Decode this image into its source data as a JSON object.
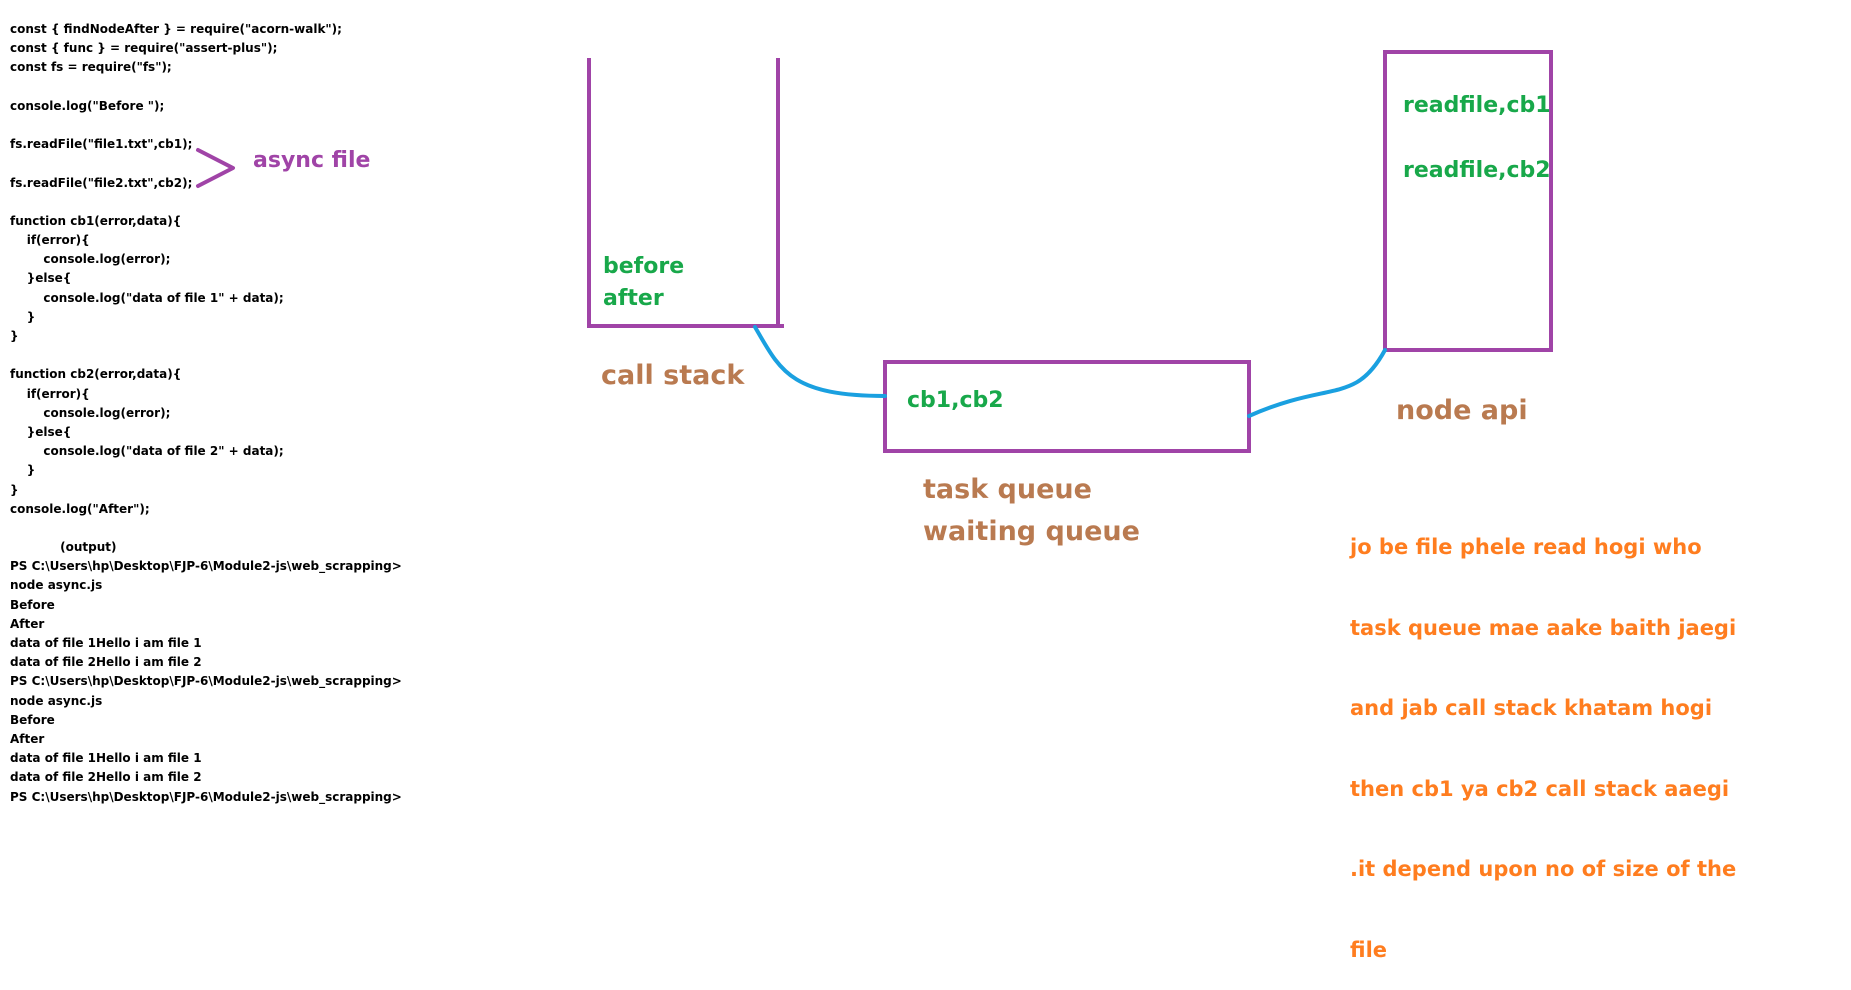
{
  "code_lines": [
    "const { findNodeAfter } = require(\"acorn-walk\");",
    "const { func } = require(\"assert-plus\");",
    "const fs = require(\"fs\");",
    "",
    "console.log(\"Before \");",
    "",
    "fs.readFile(\"file1.txt\",cb1);",
    "",
    "fs.readFile(\"file2.txt\",cb2);",
    "",
    "function cb1(error,data){",
    "    if(error){",
    "        console.log(error);",
    "    }else{",
    "        console.log(\"data of file 1\" + data);",
    "    }",
    "}",
    "",
    "function cb2(error,data){",
    "    if(error){",
    "        console.log(error);",
    "    }else{",
    "        console.log(\"data of file 2\" + data);",
    "    }",
    "}",
    "console.log(\"After\");",
    "",
    "            (output)",
    "PS C:\\Users\\hp\\Desktop\\FJP-6\\Module2-js\\web_scrapping>",
    "node async.js",
    "Before",
    "After",
    "data of file 1Hello i am file 1",
    "data of file 2Hello i am file 2",
    "PS C:\\Users\\hp\\Desktop\\FJP-6\\Module2-js\\web_scrapping>",
    "node async.js",
    "Before",
    "After",
    "data of file 1Hello i am file 1",
    "data of file 2Hello i am file 2",
    "PS C:\\Users\\hp\\Desktop\\FJP-6\\Module2-js\\web_scrapping>"
  ],
  "async_annotation": "async file",
  "call_stack": {
    "items": [
      "before",
      "after"
    ],
    "label": "call stack"
  },
  "task_queue": {
    "content": "cb1,cb2",
    "label_line1": "task queue",
    "label_line2": "waiting queue"
  },
  "node_api": {
    "items": [
      "readfile,cb1",
      "readfile,cb2"
    ],
    "label": "node api"
  },
  "explanation_lines": [
    "jo be file phele read hogi who",
    "task queue mae aake baith jaegi",
    "and jab call stack khatam hogi",
    "then cb1 ya cb2 call stack aaegi",
    ".it depend upon no of size of the",
    "file"
  ],
  "colors": {
    "box_stroke": "#a044a7",
    "connector": "#1aa0e0",
    "green_text": "#18a84a",
    "brown_text": "#b97a50",
    "orange_text": "#ff7d1f",
    "purple_text": "#a044a7"
  }
}
